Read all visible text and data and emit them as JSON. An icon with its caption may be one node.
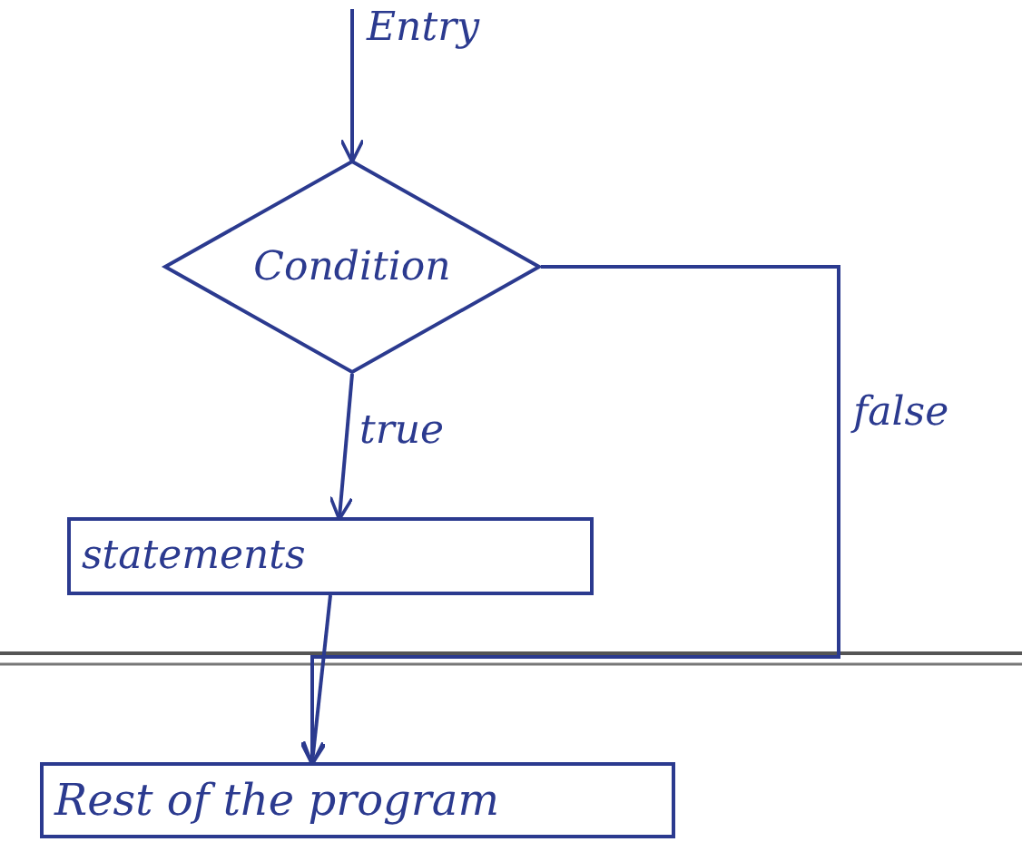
{
  "diagram": {
    "nodes": [
      {
        "text": [
          "Condition"
        ]
      },
      {
        "text": [
          "statements"
        ]
      },
      {
        "text": [
          "Rest of the program"
        ]
      }
    ],
    "edges": [
      {
        "from": null,
        "to": 0,
        "arrow": "to",
        "label": "Entry"
      },
      {
        "from": 0,
        "to": 1,
        "arrow": "to",
        "label": "true"
      },
      {
        "from": 0,
        "to": 2,
        "arrow": "to",
        "label": "false"
      },
      {
        "from": 1,
        "to": 2,
        "arrow": "to"
      }
    ]
  }
}
